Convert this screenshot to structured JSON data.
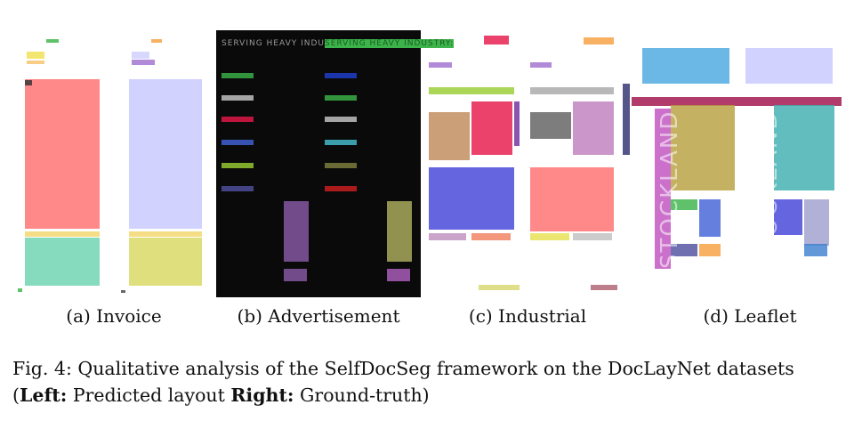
{
  "figure": {
    "panels": [
      {
        "label": "(a) Invoice"
      },
      {
        "label": "(b) Advertisement"
      },
      {
        "label": "(c) Industrial"
      },
      {
        "label": "(d) Leaflet"
      }
    ],
    "caption": {
      "prefix": "Fig. 4: Qualitative analysis of the SelfDocSeg framework on the DocLayNet datasets (",
      "left_bold": "Left:",
      "left_text": " Predicted layout ",
      "right_bold": "Right:",
      "right_text": " Ground-truth)"
    },
    "advertisement_heading": "SERVING HEAVY INDUSTRY:",
    "leaflet_watermark": "STOCKLAND"
  }
}
